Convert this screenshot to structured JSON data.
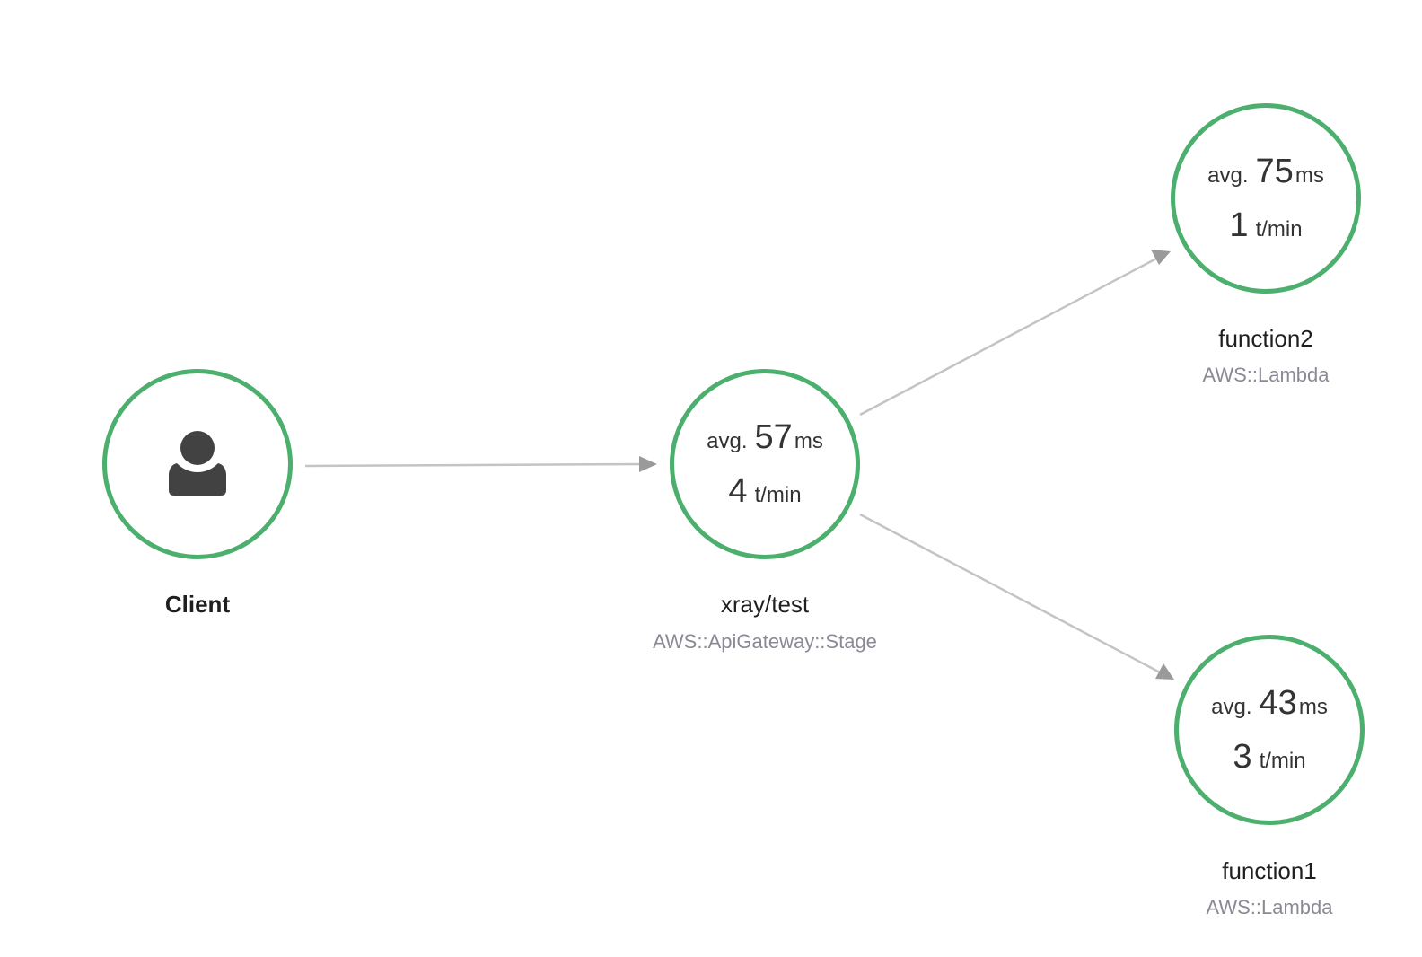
{
  "nodes": {
    "client": {
      "name": "Client",
      "icon": "user-icon"
    },
    "gateway": {
      "name": "xray/test",
      "type": "AWS::ApiGateway::Stage",
      "avg_prefix": "avg.",
      "avg_value": "57",
      "avg_unit": "ms",
      "rate_value": "4",
      "rate_unit": "t/min"
    },
    "function2": {
      "name": "function2",
      "type": "AWS::Lambda",
      "avg_prefix": "avg.",
      "avg_value": "75",
      "avg_unit": "ms",
      "rate_value": "1",
      "rate_unit": "t/min"
    },
    "function1": {
      "name": "function1",
      "type": "AWS::Lambda",
      "avg_prefix": "avg.",
      "avg_value": "43",
      "avg_unit": "ms",
      "rate_value": "3",
      "rate_unit": "t/min"
    }
  },
  "edges": [
    {
      "from": "Client",
      "to": "xray/test"
    },
    {
      "from": "xray/test",
      "to": "function2"
    },
    {
      "from": "xray/test",
      "to": "function1"
    }
  ],
  "colors": {
    "node_border": "#4caf6e",
    "edge": "#c4c4c4",
    "arrowhead": "#9a9a9a",
    "icon": "#424242",
    "type_text": "#8a8a96"
  }
}
